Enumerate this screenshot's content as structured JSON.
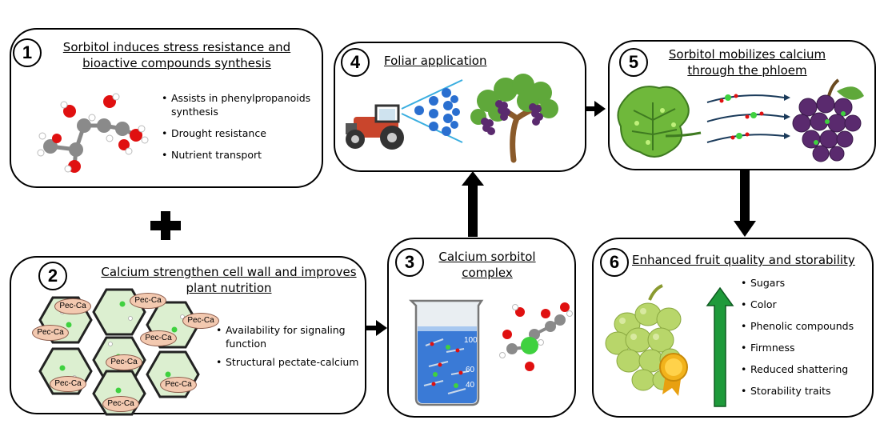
{
  "panel1": {
    "number": "1",
    "title_line1": "Sorbitol induces stress resistance and",
    "title_line2": "bioactive compounds synthesis",
    "bullets": [
      "Assists in phenylpropanoids synthesis",
      "Drought resistance",
      "Nutrient transport"
    ]
  },
  "panel2": {
    "number": "2",
    "title_line1": "Calcium strengthen cell wall and improves",
    "title_line2": "plant nutrition",
    "pec_label": "Pec-Ca",
    "bullets": [
      "Availability for signaling function",
      "Structural pectate-calcium"
    ]
  },
  "panel3": {
    "number": "3",
    "title_line1": "Calcium sorbitol",
    "title_line2": "complex",
    "beaker_marks": [
      "100",
      "60",
      "40"
    ]
  },
  "panel4": {
    "number": "4",
    "title": "Foliar application"
  },
  "panel5": {
    "number": "5",
    "title_line1": "Sorbitol mobilizes calcium",
    "title_line2": "through the phloem"
  },
  "panel6": {
    "number": "6",
    "title": "Enhanced fruit quality and storability",
    "bullets": [
      "Sugars",
      "Color",
      "Phenolic compounds",
      "Firmness",
      "Reduced shattering",
      "Storability traits"
    ]
  },
  "plus_symbol": "plus",
  "colors": {
    "water": "#3a7ad6",
    "calcium": "#3fd13f",
    "grape_purple": "#5a2a6e",
    "leaf_green": "#6fb83b",
    "pec_fill": "#f3c9b0",
    "cell_fill": "#dcefd0",
    "arrow_green": "#1e9a3a",
    "tractor_red": "#c9452c"
  }
}
